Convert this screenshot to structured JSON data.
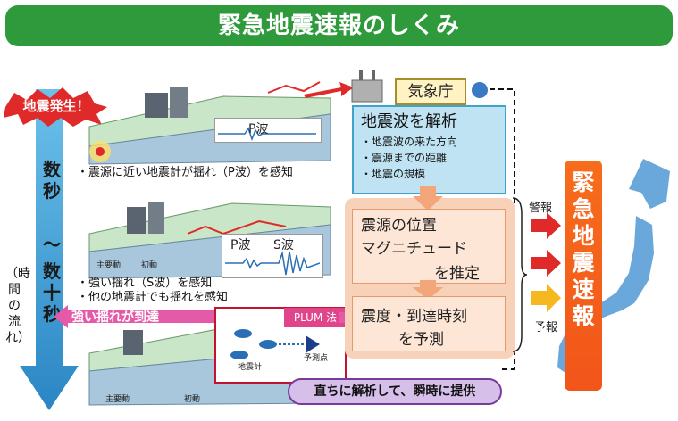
{
  "title": "緊急地震速報のしくみ",
  "timeline": {
    "quake": "地震発生！",
    "seconds": "数秒",
    "tilde": "～",
    "tens_of_seconds": "数十秒",
    "time_flow": "（時間の流れ）"
  },
  "panel1": {
    "wave_label": "P波",
    "caption": "・震源に近い地震計が揺れ（P波）を感知"
  },
  "panel2": {
    "p_label": "P波",
    "s_label": "S波",
    "main_motion": "主要動",
    "initial_motion": "初動",
    "caption1": "・強い揺れ（S波）を感知",
    "caption2": "・他の地震計でも揺れを感知"
  },
  "panel3": {
    "strong_arrival": "強い揺れが到達",
    "main_motion": "主要動",
    "initial_motion": "初動",
    "plum": "PLUM 法",
    "seismometer": "地震計",
    "prediction_point": "予測点"
  },
  "jma": {
    "name": "気象庁",
    "analysis_title": "地震波を解析",
    "items": [
      "・地震波の来た方向",
      "・震源までの距離",
      "・地震の規模"
    ],
    "estimate_lines": [
      "震源の位置",
      "マグニチュード",
      "を推定"
    ],
    "predict_lines": [
      "震度・到達時刻",
      "を予測"
    ]
  },
  "outputs": {
    "warning": "警報",
    "forecast": "予報",
    "eew": "緊急地震速報"
  },
  "footer": "直ちに解析して、瞬時に提供",
  "colors": {
    "title_green": "#2e9a3c",
    "timeline_arrow": "#3a9fd4",
    "quake_red": "#e02a2a",
    "eew_orange": "#f66d1c",
    "strong_arrow_pink": "#e55aa8"
  }
}
